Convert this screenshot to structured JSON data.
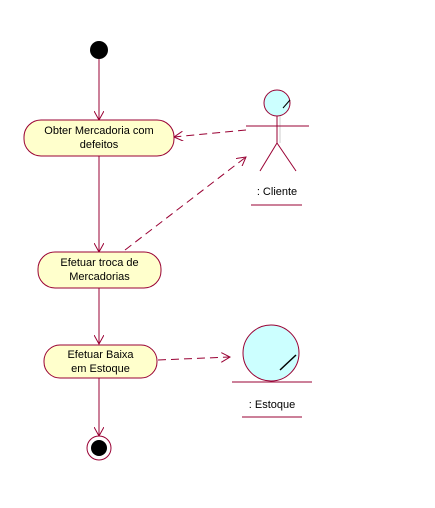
{
  "colors": {
    "line": "#990033",
    "activity_fill": "#ffffcc",
    "actor_fill": "#ccffff",
    "text": "#000000"
  },
  "activities": [
    {
      "line1": "Obter Mercadoria com",
      "line2": "defeitos"
    },
    {
      "line1": "Efetuar troca de",
      "line2": "Mercadorias"
    },
    {
      "line1": "Efetuar Baixa",
      "line2": "em Estoque"
    }
  ],
  "actors": {
    "cliente": {
      "label": ": Cliente",
      "icon": "actor-stick-figure-icon"
    },
    "estoque": {
      "label": ": Estoque",
      "icon": "entity-circle-icon"
    }
  },
  "nodes": {
    "start": "initial-node-icon",
    "end": "final-node-icon"
  }
}
